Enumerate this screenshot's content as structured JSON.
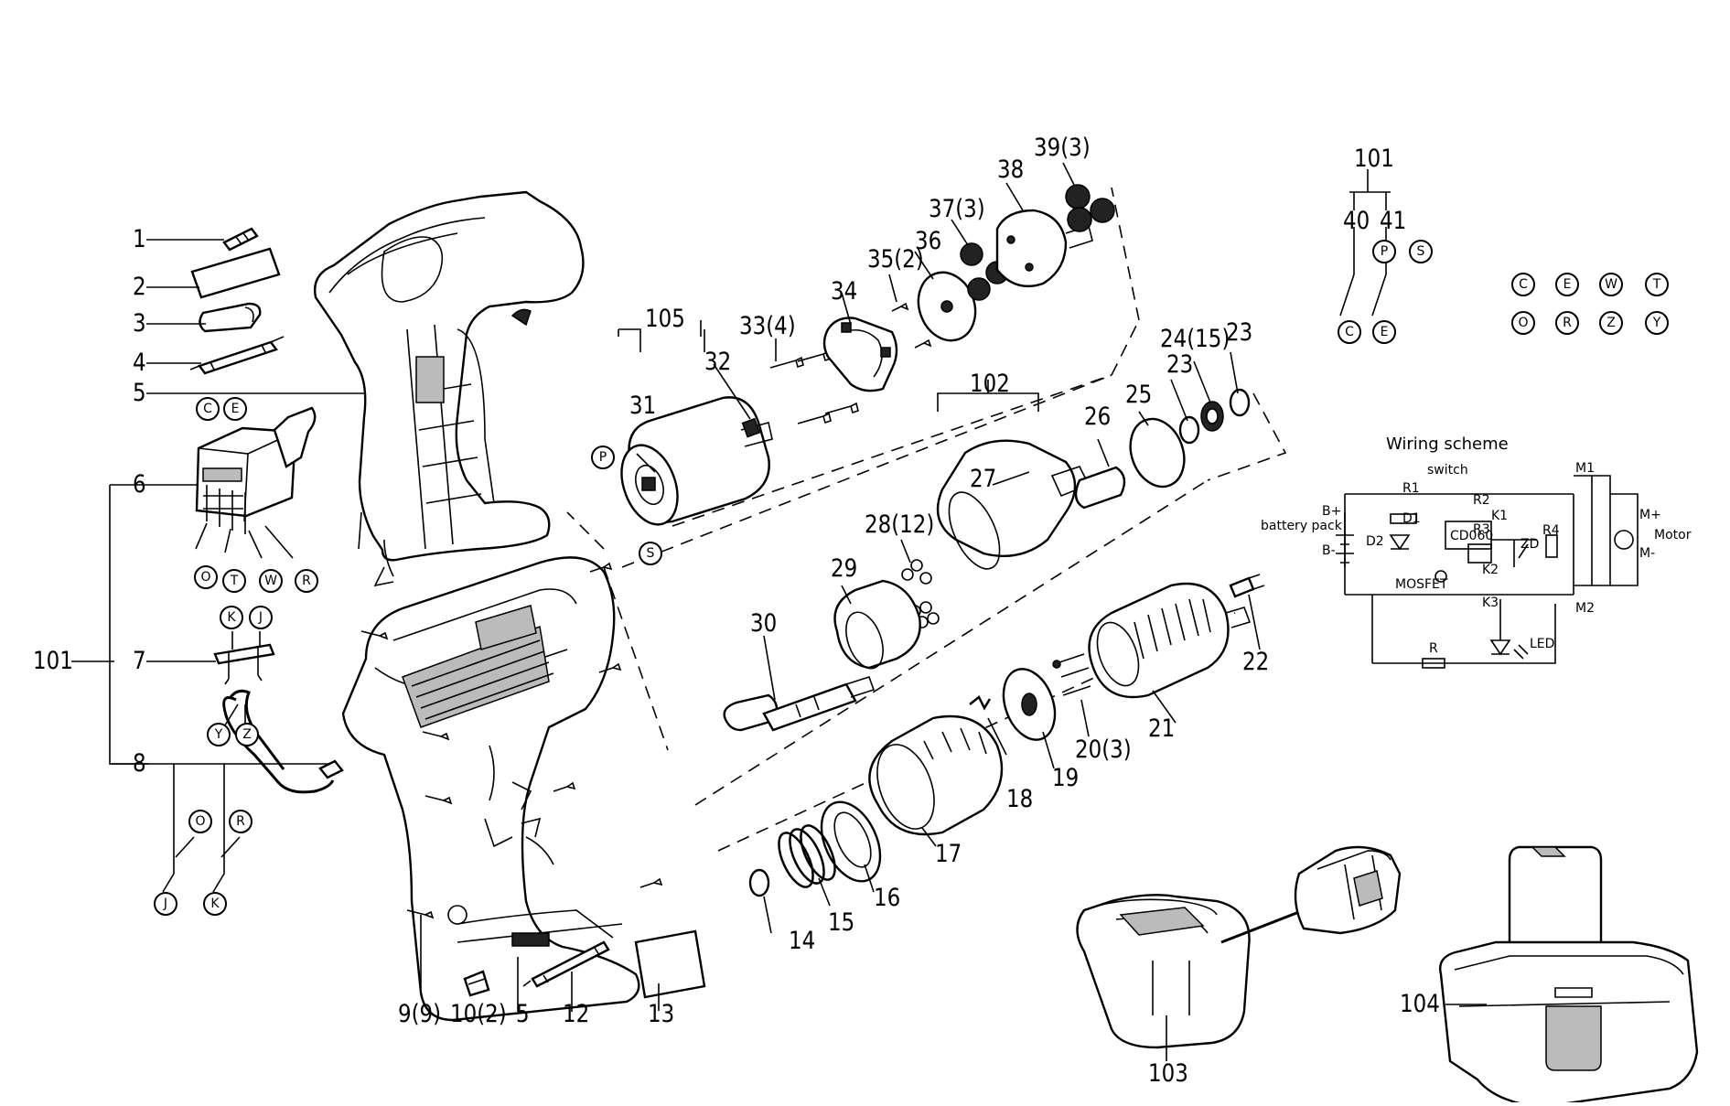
{
  "diagram": {
    "labels": {
      "p1": "1",
      "p2": "2",
      "p3": "3",
      "p4": "4",
      "p5": "5",
      "p6": "6",
      "p7": "7",
      "p8": "8",
      "p9": "9(9)",
      "p10": "10(2)",
      "p5b": "5",
      "p12": "12",
      "p13": "13",
      "p14": "14",
      "p15": "15",
      "p16": "16",
      "p17": "17",
      "p18": "18",
      "p19": "19",
      "p20": "20(3)",
      "p21": "21",
      "p22": "22",
      "p23a": "23",
      "p23b": "23",
      "p24": "24(15)",
      "p25": "25",
      "p26": "26",
      "p27": "27",
      "p28": "28(12)",
      "p29": "29",
      "p30": "30",
      "p31": "31",
      "p32": "32",
      "p33": "33(4)",
      "p34": "34",
      "p35": "35(2)",
      "p36": "36",
      "p37": "37(3)",
      "p38": "38",
      "p39": "39(3)",
      "p101": "101",
      "p101b": "101",
      "p40": "40",
      "p41": "41",
      "p102": "102",
      "p103": "103",
      "p104": "104",
      "p105": "105"
    },
    "circle_letters": {
      "c1": "C",
      "e1": "E",
      "o1": "O",
      "t1": "T",
      "w1": "W",
      "r1": "R",
      "k1": "K",
      "j1": "J",
      "y1": "Y",
      "z1": "Z",
      "o2": "O",
      "r2": "R",
      "j2": "J",
      "k2": "K",
      "p1": "P",
      "s1": "S",
      "p2": "P",
      "s2": "S",
      "c2": "C",
      "e2": "E",
      "c3": "C",
      "e3": "E",
      "w3": "W",
      "t3": "T",
      "o3": "O",
      "r3": "R",
      "z3": "Z",
      "y3": "Y"
    },
    "wiring": {
      "title": "Wiring scheme",
      "switch": "switch",
      "battery_pack": "battery pack",
      "b_plus": "B+",
      "b_minus": "B-",
      "m1": "M1",
      "m2": "M2",
      "m_plus": "M+",
      "m_minus": "M-",
      "motor": "Motor",
      "led": "LED",
      "r": "R",
      "mosfet": "MOSFET",
      "r1": "R1",
      "r2": "R2",
      "r3": "R3",
      "r4": "R4",
      "k1": "K1",
      "k2": "K2",
      "k3": "K3",
      "d1": "D1",
      "d2": "D2",
      "zd": "ZD",
      "ic": "CD060"
    }
  }
}
